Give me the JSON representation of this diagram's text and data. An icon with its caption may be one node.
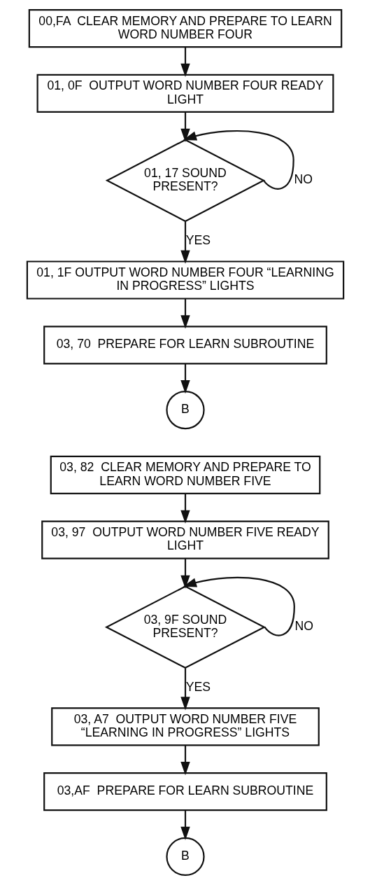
{
  "diagram": {
    "nodes": [
      {
        "text": [
          "00,FA  CLEAR MEMORY AND PREPARE TO LEARN WORD NUMBER FOUR"
        ]
      },
      {
        "text": [
          "01, 0F  OUTPUT WORD NUMBER FOUR READY LIGHT"
        ]
      },
      {
        "text": [
          "01, 17 SOUND PRESENT?"
        ]
      },
      {
        "text": [
          "01, 1F OUTPUT WORD NUMBER FOUR “LEARNING IN PROGRESS” LIGHTS"
        ]
      },
      {
        "text": [
          "03, 70  PREPARE FOR LEARN SUBROUTINE"
        ]
      },
      {
        "text": [
          "B"
        ]
      },
      {
        "text": [
          "03, 82  CLEAR MEMORY AND PREPARE TO LEARN WORD NUMBER FIVE"
        ]
      },
      {
        "text": [
          "03, 97  OUTPUT WORD NUMBER FIVE READY LIGHT"
        ]
      },
      {
        "text": [
          "03, 9F SOUND PRESENT?"
        ]
      },
      {
        "text": [
          "03, A7  OUTPUT WORD NUMBER FIVE “LEARNING IN PROGRESS” LIGHTS"
        ]
      },
      {
        "text": [
          "03,AF  PREPARE FOR LEARN SUBROUTINE"
        ]
      },
      {
        "text": [
          "B"
        ]
      }
    ],
    "edges": [
      {
        "from": 0,
        "to": 1,
        "arrow": "to"
      },
      {
        "from": 1,
        "to": 2,
        "arrow": "to"
      },
      {
        "from": 2,
        "to": 2,
        "arrow": "to",
        "label": "NO"
      },
      {
        "from": 2,
        "to": 3,
        "arrow": "to",
        "label": "YES"
      },
      {
        "from": 3,
        "to": 4,
        "arrow": "to"
      },
      {
        "from": 4,
        "to": 5,
        "arrow": "to"
      },
      {
        "from": 6,
        "to": 7,
        "arrow": "to"
      },
      {
        "from": 7,
        "to": 8,
        "arrow": "to"
      },
      {
        "from": 8,
        "to": 8,
        "arrow": "to",
        "label": "NO"
      },
      {
        "from": 8,
        "to": 9,
        "arrow": "to",
        "label": "YES"
      },
      {
        "from": 9,
        "to": 10,
        "arrow": "to"
      },
      {
        "from": 10,
        "to": 11,
        "arrow": "to"
      }
    ]
  }
}
